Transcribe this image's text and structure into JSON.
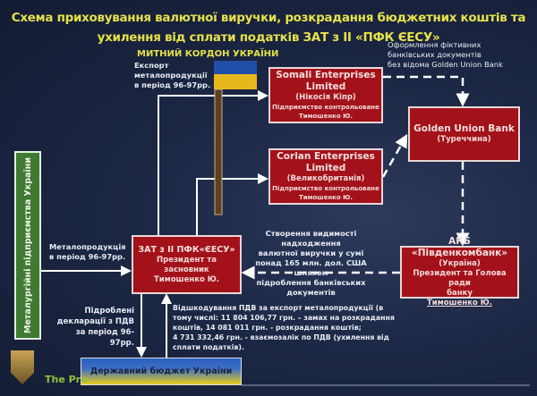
{
  "title": {
    "line1": "Схема приховування валютної виручки, розкрадання бюджетних коштів та",
    "line2": "ухилення від сплати податків ЗАТ з ІІ «ПФК ЄЕСУ»"
  },
  "border_label": "МИТНИЙ КОРДОН УКРАЇНИ",
  "export_note": [
    "Експорт",
    "металопродукції",
    "в період 96-97рр."
  ],
  "fictitious_note": [
    "Оформлення фіктивних",
    "банківських документів",
    "без відома Golden Union Bank"
  ],
  "somali": {
    "name1": "Somali Enterprises",
    "name2": "Limited",
    "location": "(Нікосія Кіпр)",
    "control1": "Підприємство контрольоване",
    "control2": "Тимошенко Ю."
  },
  "corlan": {
    "name1": "Corlan Enterprises",
    "name2": "Limited",
    "location": "(Великобританія)",
    "control1": "Підприємство контрольоване",
    "control2": "Тимошенко Ю."
  },
  "golden": {
    "name": "Golden Union Bank",
    "location": "(Туреччина)"
  },
  "akb": {
    "name": "АКБ «Південкомбанк»",
    "location": "(Україна)",
    "role1": "Президент та Голова ради",
    "role2": "банку",
    "person": "Тимошенко Ю."
  },
  "zat": {
    "name": "ЗАТ з ІІ ПФК«ЄЕСУ»",
    "role": "Президент та засновник",
    "person": "Тимошенко Ю."
  },
  "metallurgy": "Металургійні підприємства України",
  "metal_note": [
    "Металопродукція",
    "в період 96-97рр."
  ],
  "visibility_note": [
    "Створення видимості надходження",
    "валютної виручки у сумі",
    "понад 165 млн. дол. США шляхом",
    "підроблення банківських документів"
  ],
  "fake_decl_note": [
    "Підроблені",
    "декларації з ПДВ",
    "за період 96-97рр."
  ],
  "vat_note": [
    "Відшкодування ПДВ за експорт металопродукції (в",
    "тому числі: 11 804 106,77 грн. – замах на розкрадання",
    "коштів, 14 081 011 грн.  - розкрадання коштів;",
    "4 731 332,46 грн. - взаємозалік по ПДВ (ухилення від",
    "сплати податків)."
  ],
  "budget": "Державний бюджет України",
  "footer": "The Pro",
  "colors": {
    "box": "#a3121a",
    "title": "#e4e24a",
    "green": "#3f7a33",
    "flag_blue": "#1f4fa8",
    "flag_yellow": "#e7b81c"
  }
}
